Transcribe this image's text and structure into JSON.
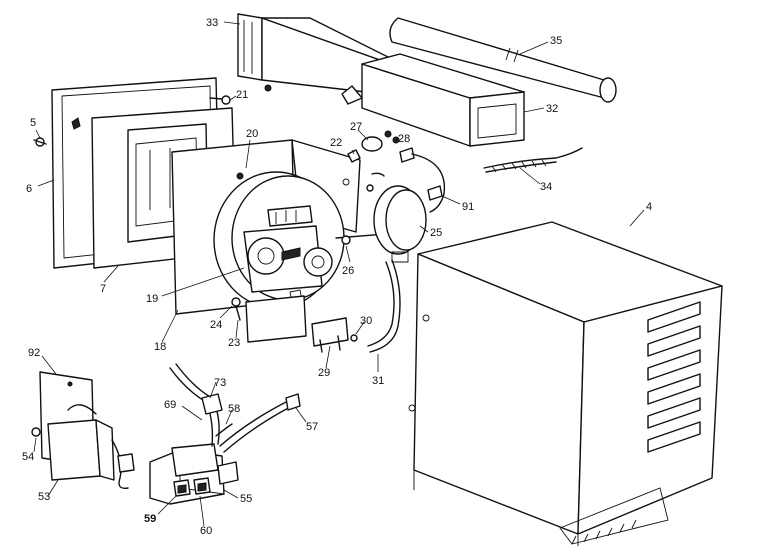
{
  "labels": {
    "p33": "33",
    "p35": "35",
    "p32": "32",
    "p34": "34",
    "p5": "5",
    "p6": "6",
    "p21": "21",
    "p20": "20",
    "p22": "22",
    "p27": "27",
    "p28": "28",
    "p91": "91",
    "p4": "4",
    "p25": "25",
    "p26": "26",
    "p7": "7",
    "p19": "19",
    "p18": "18",
    "p24": "24",
    "p23": "23",
    "p30": "30",
    "p29": "29",
    "p31": "31",
    "p92": "92",
    "p73": "73",
    "p69": "69",
    "p58": "58",
    "p57": "57",
    "p54": "54",
    "p53": "53",
    "p55": "55",
    "p59": "59",
    "p60": "60"
  }
}
